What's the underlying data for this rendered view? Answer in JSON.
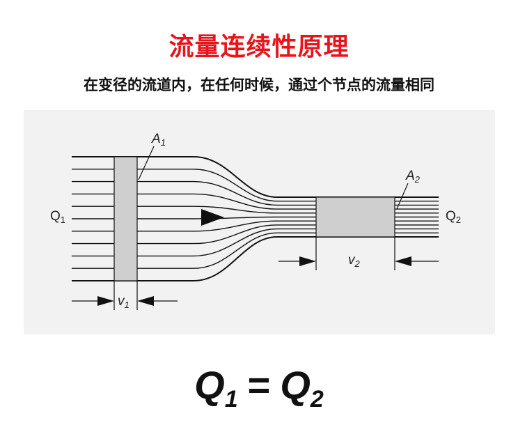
{
  "title": "流量连续性原理",
  "subtitle": "在变径的流道内，在任何时候，通过个节点的流量相同",
  "diagram": {
    "labels": {
      "A": "A",
      "A1_sub": "1",
      "A2_sub": "2",
      "Q": "Q",
      "Q1_sub": "1",
      "Q2_sub": "2",
      "v": "v",
      "v1_sub": "1",
      "v2_sub": "2"
    }
  },
  "equation": {
    "left": "Q",
    "left_sub": "1",
    "operator": "=",
    "right": "Q",
    "right_sub": "2"
  },
  "colors": {
    "title": "#e8141b",
    "panel": "#f2f2f2",
    "section_fill": "#cfcfcf"
  }
}
